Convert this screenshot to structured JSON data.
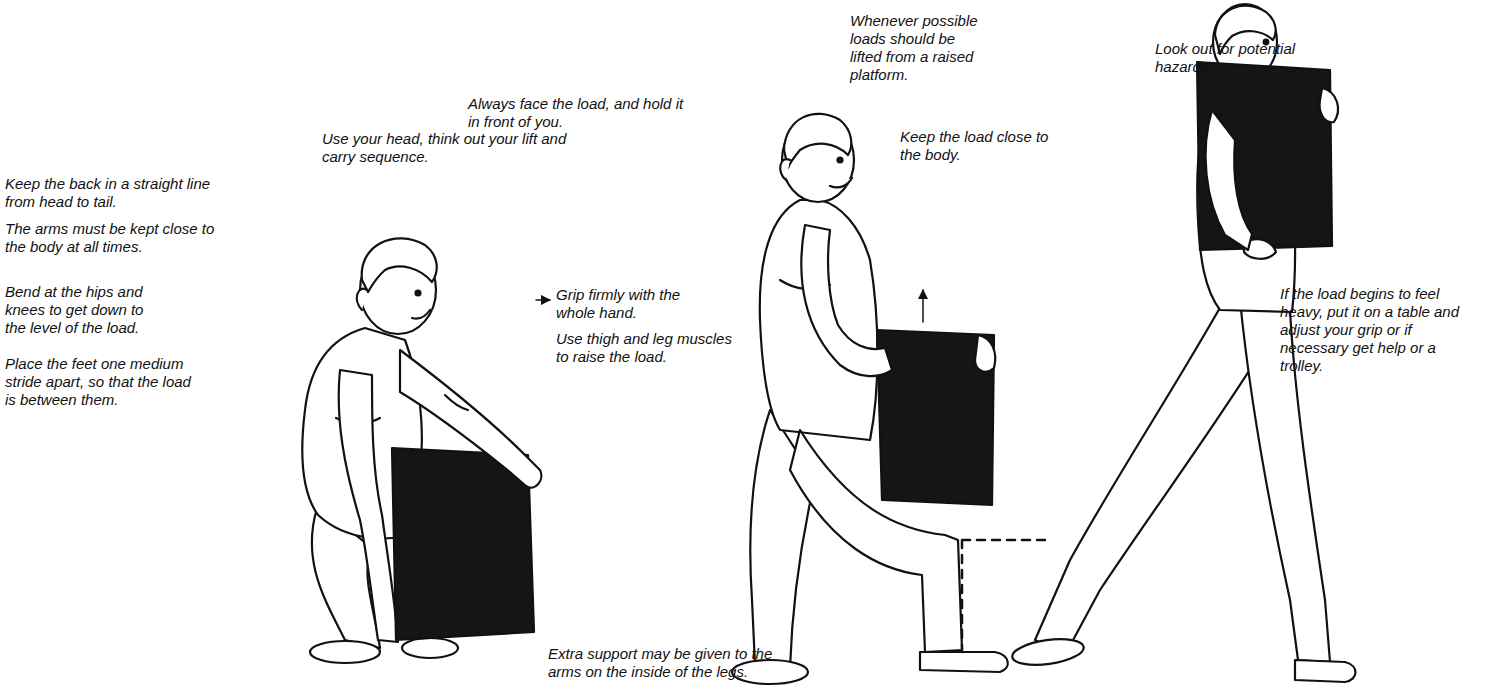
{
  "diagram": {
    "labels": [
      "Use your head, think out your lift and carry sequence.",
      "Always face the load, and hold it in front of you.",
      "Keep the back in a straight line from head to tail.",
      "The arms must be kept close to the body at all times.",
      "Grip firmly with the whole hand.",
      "Bend at the hips and knees to get down to the level of the load.",
      "Use thigh and leg muscles to raise the load.",
      "Place the feet one medium stride apart, so that the load is between them.",
      "Extra support may be given to the arms on the inside of the legs.",
      "Whenever possible loads should be lifted from a raised platform.",
      "Keep the load close to the body.",
      "Look out for potential hazards.",
      "If the load begins to feel heavy, put it on a table and adjust your grip or if necessary get help or a trolley."
    ]
  }
}
